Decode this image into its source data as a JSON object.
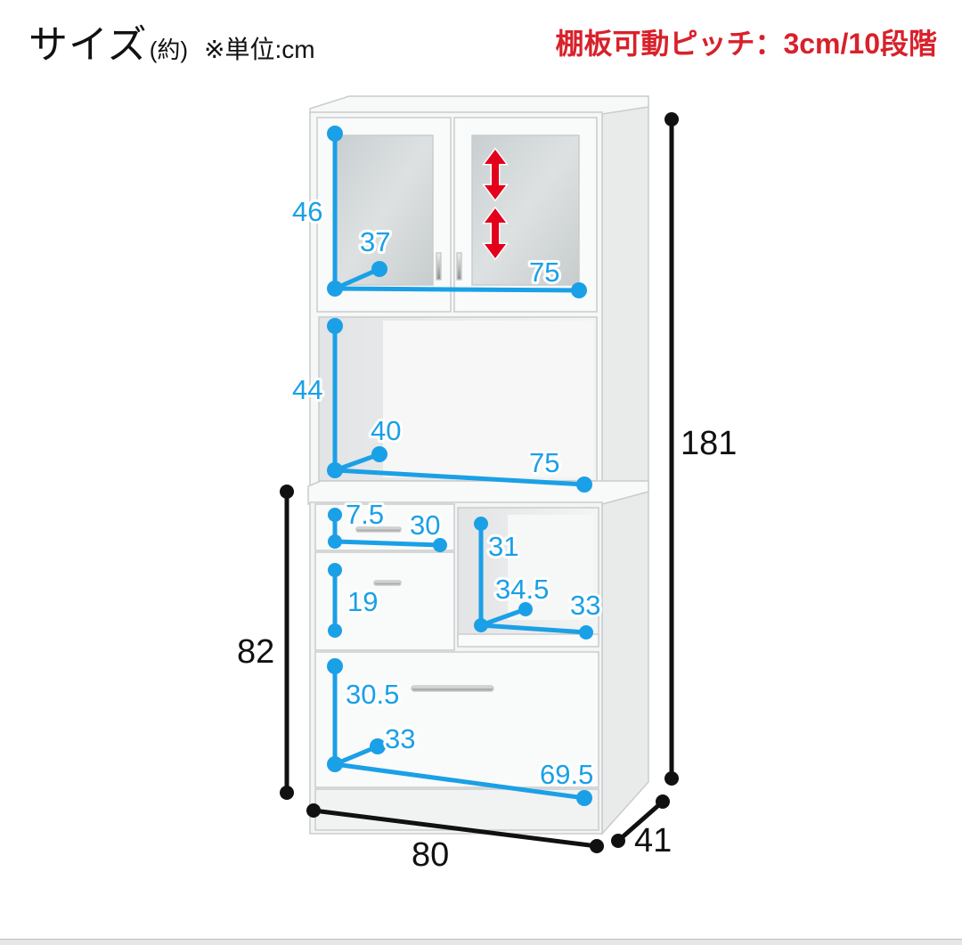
{
  "header": {
    "title": "サイズ",
    "approx": "(約)",
    "unit_note": "※単位:cm",
    "shelf_pitch": "棚板可動ピッチ：3cm/10段階"
  },
  "overall": {
    "height": "181",
    "lower_height": "82",
    "width": "80",
    "depth": "41"
  },
  "sections": {
    "glass_cabinet": {
      "height": "46",
      "depth": "37",
      "width": "75"
    },
    "open_shelf": {
      "height": "44",
      "depth": "40",
      "width": "75"
    },
    "top_drawer": {
      "height": "7.5",
      "width": "30"
    },
    "middle_drawer": {
      "height": "19"
    },
    "open_niche": {
      "height": "31",
      "depth": "34.5",
      "width": "33"
    },
    "bottom_drawer": {
      "height": "30.5",
      "depth": "33",
      "width": "69.5"
    }
  },
  "colors": {
    "dimension_blue": "#1aa0e6",
    "outline_black": "#111111",
    "adjust_arrow_red": "#e3001b",
    "cabinet_white": "#f6f7f7",
    "glass_grey": "#d3d7d8"
  },
  "icons": {
    "adjust_arrow": "double-headed-vertical-arrow"
  }
}
